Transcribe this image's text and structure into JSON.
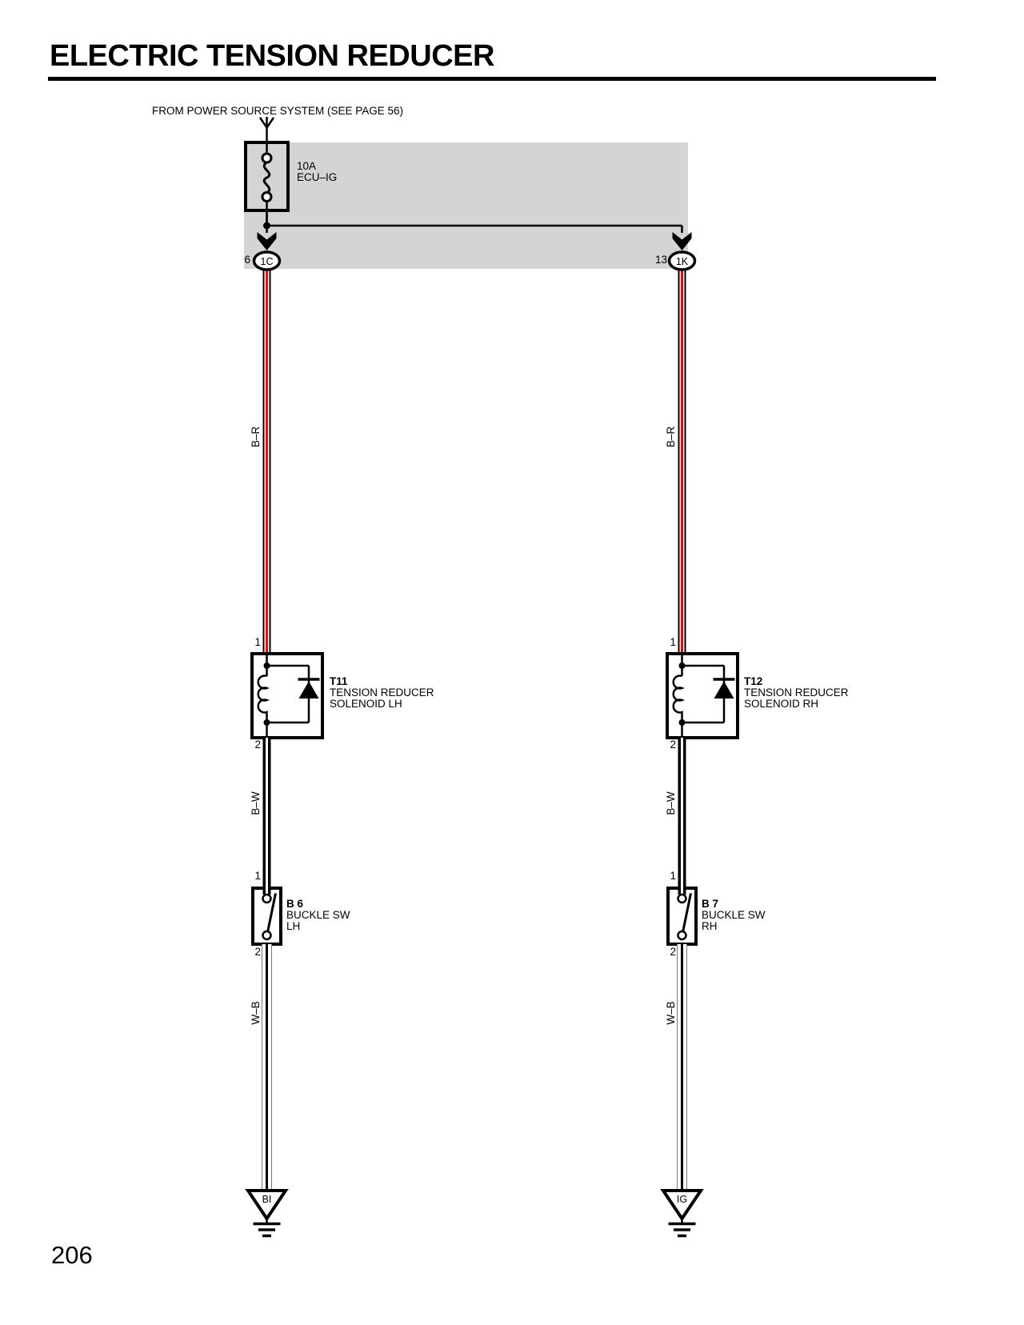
{
  "page": {
    "title": "ELECTRIC TENSION REDUCER",
    "number": "206",
    "source_note": "FROM POWER SOURCE SYSTEM (SEE PAGE 56)"
  },
  "colors": {
    "wire_red": "#e60000",
    "panel_gray": "#d4d4d4",
    "line_black": "#000000"
  },
  "fuse": {
    "rating": "10A",
    "name": "ECU–IG"
  },
  "branches": [
    {
      "connector": {
        "pin": "6",
        "code": "1C"
      },
      "wire_top": "B–R",
      "solenoid": {
        "pin_top": "1",
        "id": "T11",
        "line1": "TENSION REDUCER",
        "line2": "SOLENOID LH",
        "pin_bottom": "2"
      },
      "wire_mid": "B–W",
      "switch": {
        "pin_top": "1",
        "id": "B 6",
        "line1": "BUCKLE SW",
        "line2": "LH",
        "pin_bottom": "2"
      },
      "wire_bottom": "W–B",
      "ground": "BI"
    },
    {
      "connector": {
        "pin": "13",
        "code": "1K"
      },
      "wire_top": "B–R",
      "solenoid": {
        "pin_top": "1",
        "id": "T12",
        "line1": "TENSION REDUCER",
        "line2": "SOLENOID RH",
        "pin_bottom": "2"
      },
      "wire_mid": "B–W",
      "switch": {
        "pin_top": "1",
        "id": "B 7",
        "line1": "BUCKLE SW",
        "line2": "RH",
        "pin_bottom": "2"
      },
      "wire_bottom": "W–B",
      "ground": "IG"
    }
  ]
}
